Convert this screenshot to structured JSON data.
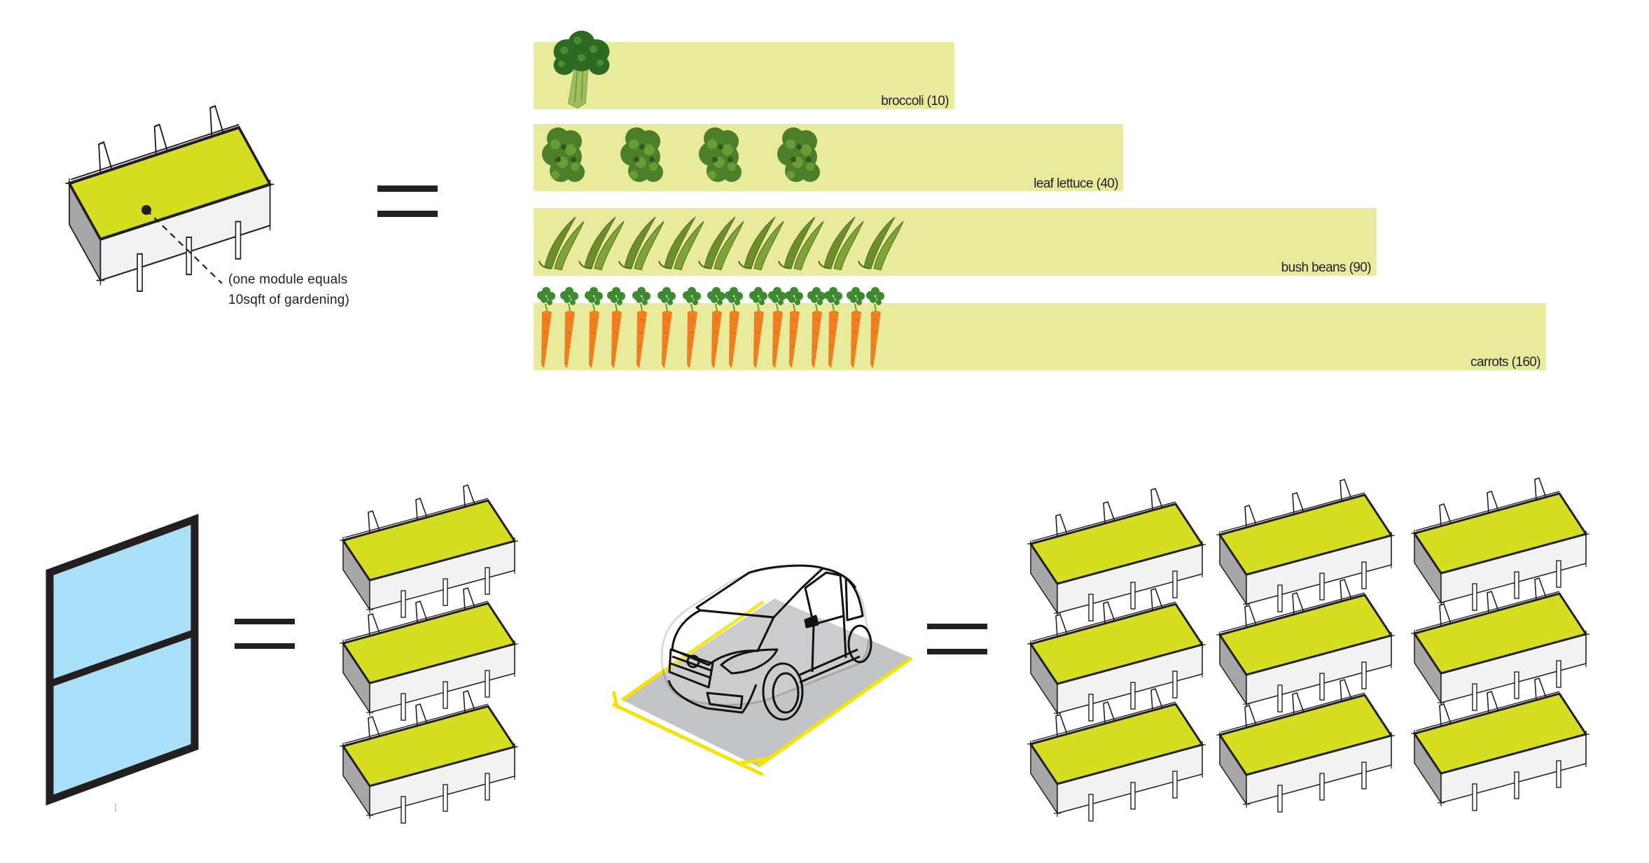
{
  "colors": {
    "bar_fill": "#e9eb9c",
    "module_top": "#d6de22",
    "module_front": "#f2f2f2",
    "module_side": "#a7a7a9",
    "ink": "#231f20",
    "window_glass": "#a9e0f8",
    "parking_fill": "#c3c4c6",
    "parking_lines": "#f3e500",
    "carrot_orange": "#f07f1f",
    "leaf_green": "#3e8a2f"
  },
  "module_note": {
    "line1": "(one module equals",
    "line2": "10sqft of gardening)"
  },
  "crops": [
    {
      "name": "broccoli",
      "count": 10,
      "label": "broccoli (10)",
      "icon": "broccoli-icon",
      "icons_shown": 1
    },
    {
      "name": "leaf lettuce",
      "count": 40,
      "label": "leaf lettuce (40)",
      "icon": "lettuce-icon",
      "icons_shown": 4
    },
    {
      "name": "bush beans",
      "count": 90,
      "label": "bush beans (90)",
      "icon": "bean-icon",
      "icons_shown": 9
    },
    {
      "name": "carrots",
      "count": 160,
      "label": "carrots (160)",
      "icon": "carrot-icon",
      "icons_shown": 16
    }
  ],
  "equivalences": [
    {
      "name": "module-equals-crops",
      "left": "1 garden module",
      "right": "crop yield list"
    },
    {
      "name": "window-equals-modules",
      "left": "1 window",
      "right_modules": 3
    },
    {
      "name": "parking-equals-modules",
      "left": "1 parking space",
      "right_modules": 9
    }
  ]
}
